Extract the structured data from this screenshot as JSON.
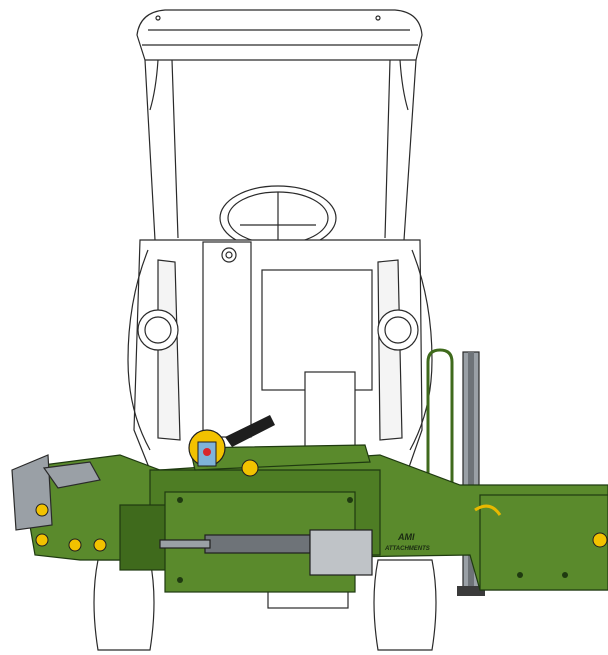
{
  "drawing": {
    "logo_text": "AMI",
    "logo_subtext": "ATTACHMENTS",
    "colors": {
      "background": "#ffffff",
      "line": "#2a2a2a",
      "attachment_green": "#5a8a2c",
      "attachment_green_dark": "#3f6a1c",
      "mount_gray": "#9aa0a6",
      "cylinder_gray": "#6e7378",
      "hydraulic_hose": "#1e1e1e",
      "valve_yellow": "#f2c200",
      "valve_blue": "#7fb3d9",
      "valve_red": "#d9262c"
    },
    "parts": {
      "tractor": "compact-tractor",
      "roll_bar": "rops-frame",
      "boom": "side-boom-arm",
      "valve": "hydraulic-valve"
    }
  }
}
